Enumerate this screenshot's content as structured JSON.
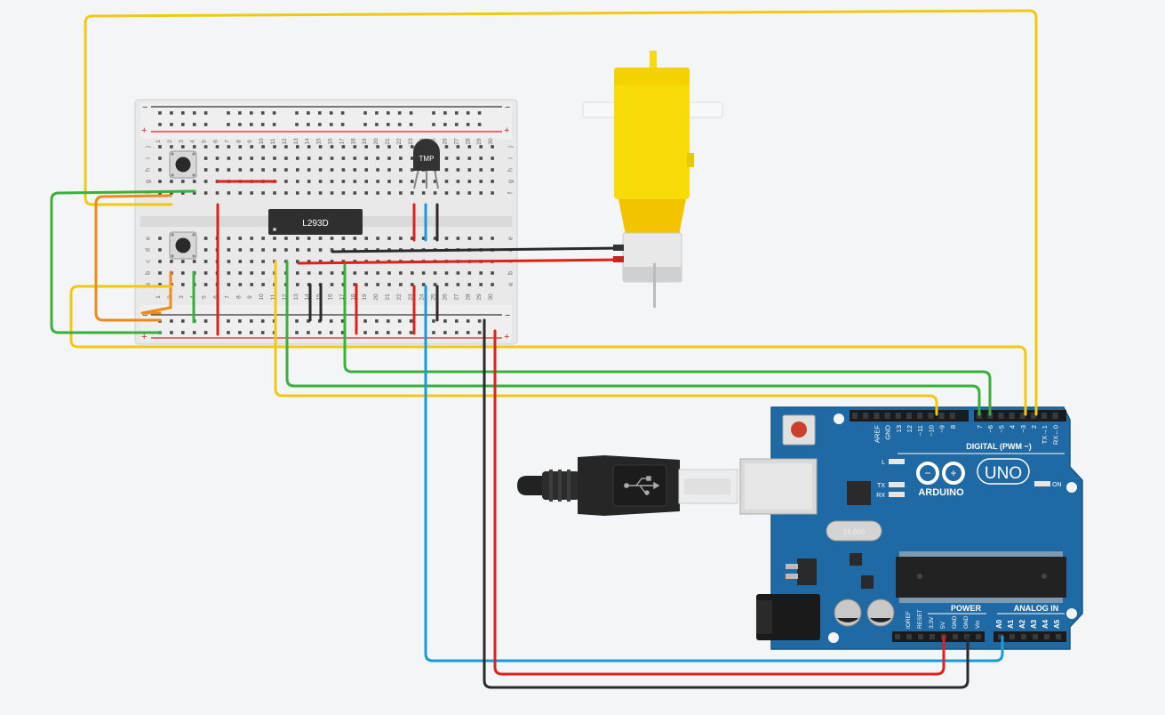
{
  "breadboard": {
    "columns": [
      "1",
      "2",
      "3",
      "4",
      "5",
      "6",
      "7",
      "8",
      "9",
      "10",
      "11",
      "12",
      "13",
      "14",
      "15",
      "16",
      "17",
      "18",
      "19",
      "20",
      "21",
      "22",
      "23",
      "24",
      "25",
      "26",
      "27",
      "28",
      "29",
      "30"
    ],
    "rows_top": [
      "j",
      "i",
      "h",
      "g",
      "f"
    ],
    "rows_bottom": [
      "e",
      "d",
      "c",
      "b",
      "a"
    ],
    "rail_minus": "−",
    "rail_plus": "+"
  },
  "ic": {
    "label": "L293D"
  },
  "sensor": {
    "label": "TMP"
  },
  "arduino": {
    "logo_text": "ARDUINO",
    "model": "UNO",
    "digital_header": "DIGITAL (PWM ~)",
    "digital_pins": [
      "AREF",
      "GND",
      "13",
      "12",
      "~11",
      "~10",
      "~9",
      "8",
      "7",
      "~6",
      "~5",
      "4",
      "~3",
      "2",
      "TX→1",
      "RX←0"
    ],
    "power_label": "POWER",
    "power_pins": [
      "IOREF",
      "RESET",
      "3.3V",
      "5V",
      "GND",
      "GND",
      "Vin"
    ],
    "analog_label": "ANALOG IN",
    "analog_pins": [
      "A0",
      "A1",
      "A2",
      "A3",
      "A4",
      "A5"
    ],
    "led_labels": [
      "L",
      "TX",
      "RX"
    ],
    "on_label": "ON",
    "crystal_label": "16.000"
  },
  "colors": {
    "wire_yellow": "#f2c811",
    "wire_green": "#38b03a",
    "wire_orange": "#ee8a1b",
    "wire_red": "#e0201b",
    "wire_blue": "#1b9ad6",
    "wire_black": "#2a2a2a",
    "board_blue": "#1f6aa5",
    "motor_yellow": "#f7dc0a"
  }
}
